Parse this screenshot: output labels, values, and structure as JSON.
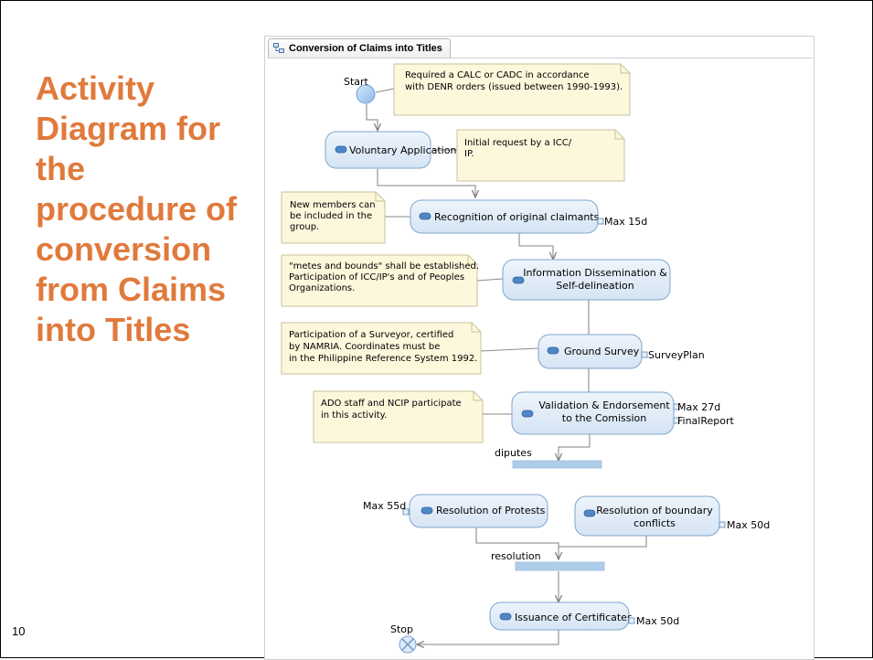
{
  "slide": {
    "title_lines": [
      "Activity",
      "Diagram for",
      "the",
      "procedure of",
      "conversion",
      "from Claims",
      "into Titles"
    ],
    "page_number": "10",
    "accent_color": "#e07a3c"
  },
  "diagram": {
    "tab_title": "Conversion of Claims into Titles",
    "tab_icon": "activity-diagram-icon",
    "start_label": "Start",
    "stop_label": "Stop",
    "colors": {
      "action_fill": "#dde9f6",
      "action_stroke": "#7fa6cc",
      "note_fill": "#fdf7dc",
      "note_stroke": "#c9c29a",
      "bar_fill": "#aecde9",
      "arrow": "#808080"
    },
    "notes": [
      {
        "id": "note-calc",
        "lines": [
          "Required a CALC or CADC in accordance",
          "with DENR orders (issued between 1990-1993)."
        ]
      },
      {
        "id": "note-initial-request",
        "lines": [
          "Initial request by a ICC/",
          "IP."
        ]
      },
      {
        "id": "note-new-members",
        "lines": [
          "New members can",
          "be included in the",
          "group."
        ]
      },
      {
        "id": "note-metes-bounds",
        "lines": [
          "\"metes and bounds\" shall be established.",
          "Participation of ICC/IP's and of Peoples",
          "Organizations."
        ]
      },
      {
        "id": "note-surveyor",
        "lines": [
          "Participation of a Surveyor, certified",
          "by NAMRIA. Coordinates must be",
          "in the Philippine Reference System 1992."
        ]
      },
      {
        "id": "note-ado-staff",
        "lines": [
          "ADO staff and NCIP participate",
          "in this activity."
        ]
      }
    ],
    "actions": [
      {
        "id": "voluntary-application",
        "lines": [
          "Voluntary Application"
        ],
        "pins": []
      },
      {
        "id": "recognition-claimants",
        "lines": [
          "Recognition of original claimants"
        ],
        "pins": [
          "Max 15d"
        ]
      },
      {
        "id": "information-dissemination",
        "lines": [
          "Information Dissemination &",
          "Self-delineation"
        ],
        "pins": []
      },
      {
        "id": "ground-survey",
        "lines": [
          "Ground Survey"
        ],
        "pins": [
          "SurveyPlan"
        ]
      },
      {
        "id": "validation-endorsement",
        "lines": [
          "Validation & Endorsement",
          "to the Comission"
        ],
        "pins": [
          "Max 27d",
          "FinalReport"
        ]
      },
      {
        "id": "resolution-protests",
        "lines": [
          "Resolution of Protests"
        ],
        "pins": [
          "Max 55d"
        ]
      },
      {
        "id": "resolution-boundary",
        "lines": [
          "Resolution of boundary",
          "conflicts"
        ],
        "pins": [
          "Max 50d"
        ]
      },
      {
        "id": "issuance-certificates",
        "lines": [
          "Issuance of Certificates"
        ],
        "pins": [
          "Max 50d"
        ]
      }
    ],
    "bars": [
      {
        "id": "fork-bar",
        "label": "diputes"
      },
      {
        "id": "join-bar",
        "label": "resolution"
      }
    ]
  }
}
